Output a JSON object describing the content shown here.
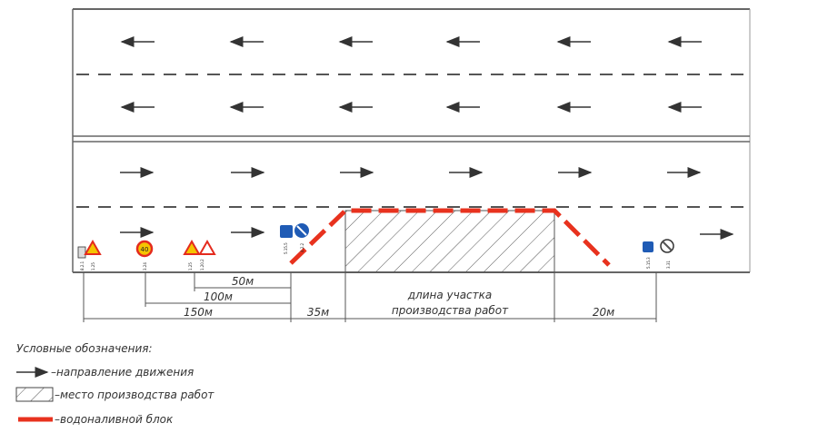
{
  "signs": {
    "s1": "8.2.1",
    "s2": "1.25",
    "s3": "3.24",
    "s4": "1.25",
    "s5": "1.20.2",
    "s6": "5.15.5",
    "s7": "4.2.2",
    "s8": "5.15.3",
    "s9": "3.31",
    "speed": "40"
  },
  "dimensions": {
    "d50": "50м",
    "d100": "100м",
    "d150": "150м",
    "d35": "35м",
    "work_line1": "длина участка",
    "work_line2": "производства работ",
    "d20": "20м"
  },
  "legend": {
    "title": "Условные обозначения:",
    "direction": "–направление движения",
    "work_site": "–место производства работ",
    "barrier": "–водоналивной блок"
  },
  "colors": {
    "barrier": "#e8321e",
    "sign_blue": "#1f5bb5",
    "sign_red": "#e42b1e"
  }
}
